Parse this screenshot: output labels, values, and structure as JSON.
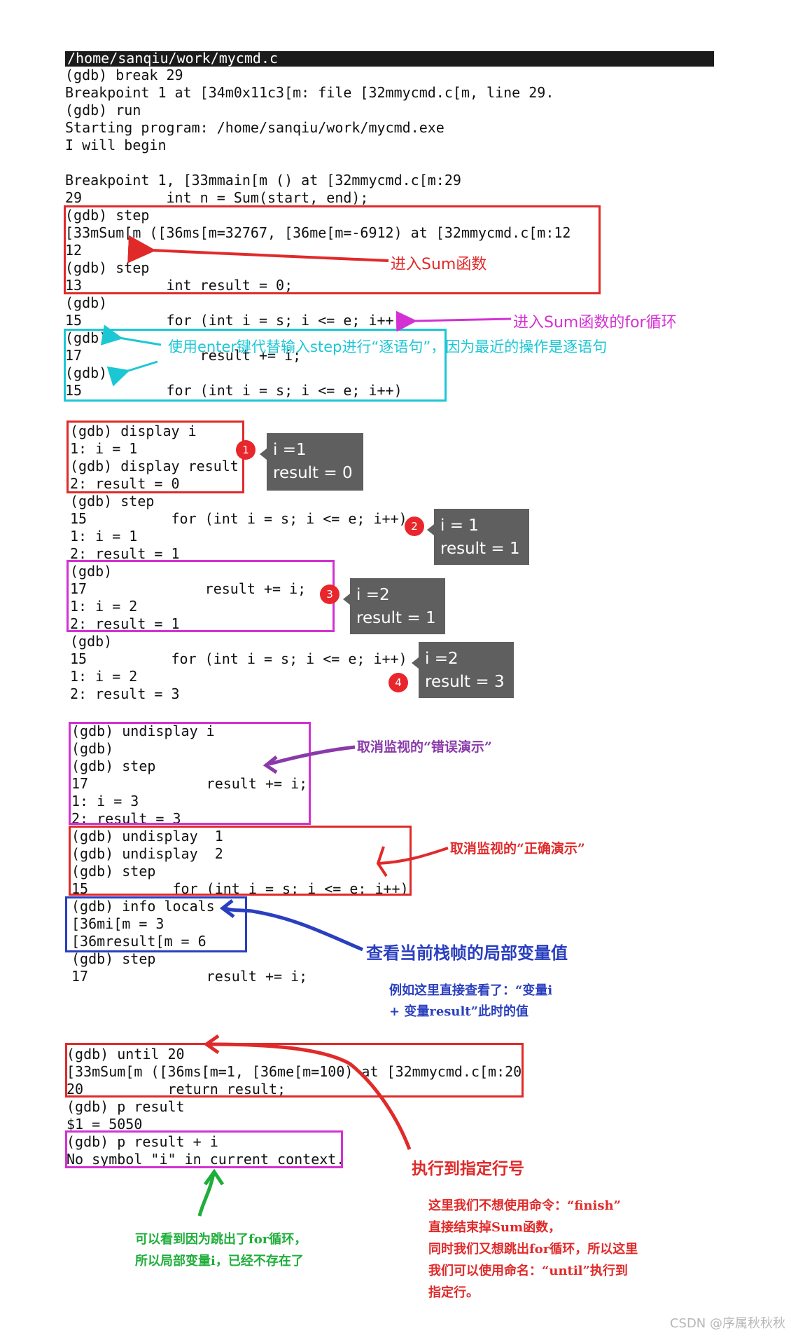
{
  "title_bar": "/home/sanqiu/work/mycmd.c",
  "terminal": {
    "section1": [
      "(gdb) break 29",
      "Breakpoint 1 at [34m0x11c3[m: file [32mmycmd.c[m, line 29.",
      "(gdb) run",
      "Starting program: /home/sanqiu/work/mycmd.exe",
      "I will begin",
      "",
      "Breakpoint 1, [33mmain[m () at [32mmycmd.c[m:29",
      "29          int n = Sum(start, end);",
      "(gdb) step",
      "[33mSum[m ([36ms[m=32767, [36me[m=-6912) at [32mmycmd.c[m:12",
      "12      {",
      "(gdb) step",
      "13          int result = 0;",
      "(gdb)",
      "15          for (int i = s; i <= e; i++)",
      "(gdb)",
      "17              result += i;",
      "(gdb)",
      "15          for (int i = s; i <= e; i++)"
    ],
    "section2": [
      "(gdb) display i",
      "1: i = 1",
      "(gdb) display result",
      "2: result = 0",
      "(gdb) step",
      "15          for (int i = s; i <= e; i++)",
      "1: i = 1",
      "2: result = 1",
      "(gdb)",
      "17              result += i;",
      "1: i = 2",
      "2: result = 1",
      "(gdb)",
      "15          for (int i = s; i <= e; i++)",
      "1: i = 2",
      "2: result = 3"
    ],
    "section3": [
      "(gdb) undisplay i",
      "(gdb)",
      "(gdb) step",
      "17              result += i;",
      "1: i = 3",
      "2: result = 3",
      "(gdb) undisplay  1",
      "(gdb) undisplay  2",
      "(gdb) step",
      "15          for (int i = s; i <= e; i++)",
      "(gdb) info locals",
      "[36mi[m = 3",
      "[36mresult[m = 6",
      "(gdb) step",
      "17              result += i;"
    ],
    "section4": [
      "(gdb) until 20",
      "[33mSum[m ([36ms[m=1, [36me[m=100) at [32mmycmd.c[m:20",
      "20          return result;",
      "(gdb) p result",
      "$1 = 5050",
      "(gdb) p result + i",
      "No symbol \"i\" in current context."
    ]
  },
  "annotations": {
    "enter_sum": "进入Sum函数",
    "enter_for": "进入Sum函数的for循环",
    "use_enter": "使用enter键代替输入step进行“逐语句”，因为最近的操作是逐语句",
    "cancel_wrong": "取消监视的“错误演示”",
    "cancel_right": "取消监视的“正确演示”",
    "view_locals": "查看当前栈帧的局部变量值",
    "example_line1": "例如这里直接查看了：“变量i",
    "example_line2": "+ 变量result”此时的值",
    "exec_to_line": "执行到指定行号",
    "note_line1": "这里我们不想使用命令：“finish”",
    "note_line2": "直接结束掉Sum函数，",
    "note_line3": "同时我们又想跳出for循环，所以这里",
    "note_line4": "我们可以使用命名：“until”执行到",
    "note_line5": "指定行。",
    "green_line1": "可以看到因为跳出了for循环，",
    "green_line2": "所以局部变量i，已经不存在了"
  },
  "badges": [
    "1",
    "2",
    "3",
    "4"
  ],
  "tips": [
    {
      "l1": "i =1",
      "l2": "result = 0"
    },
    {
      "l1": "i = 1",
      "l2": "result = 1"
    },
    {
      "l1": "i =2",
      "l2": "result = 1"
    },
    {
      "l1": "i =2",
      "l2": "result = 3"
    }
  ],
  "watermark": "CSDN @序属秋秋秋",
  "colors": {
    "red": "#e02a2a",
    "cyan": "#1cc7d4",
    "magenta": "#d431d4",
    "blue": "#2a3fbf",
    "purple": "#8a3aa8",
    "green": "#1fae3a",
    "badge_red": "#e8262b",
    "tip_gray": "#5f5f5f"
  }
}
